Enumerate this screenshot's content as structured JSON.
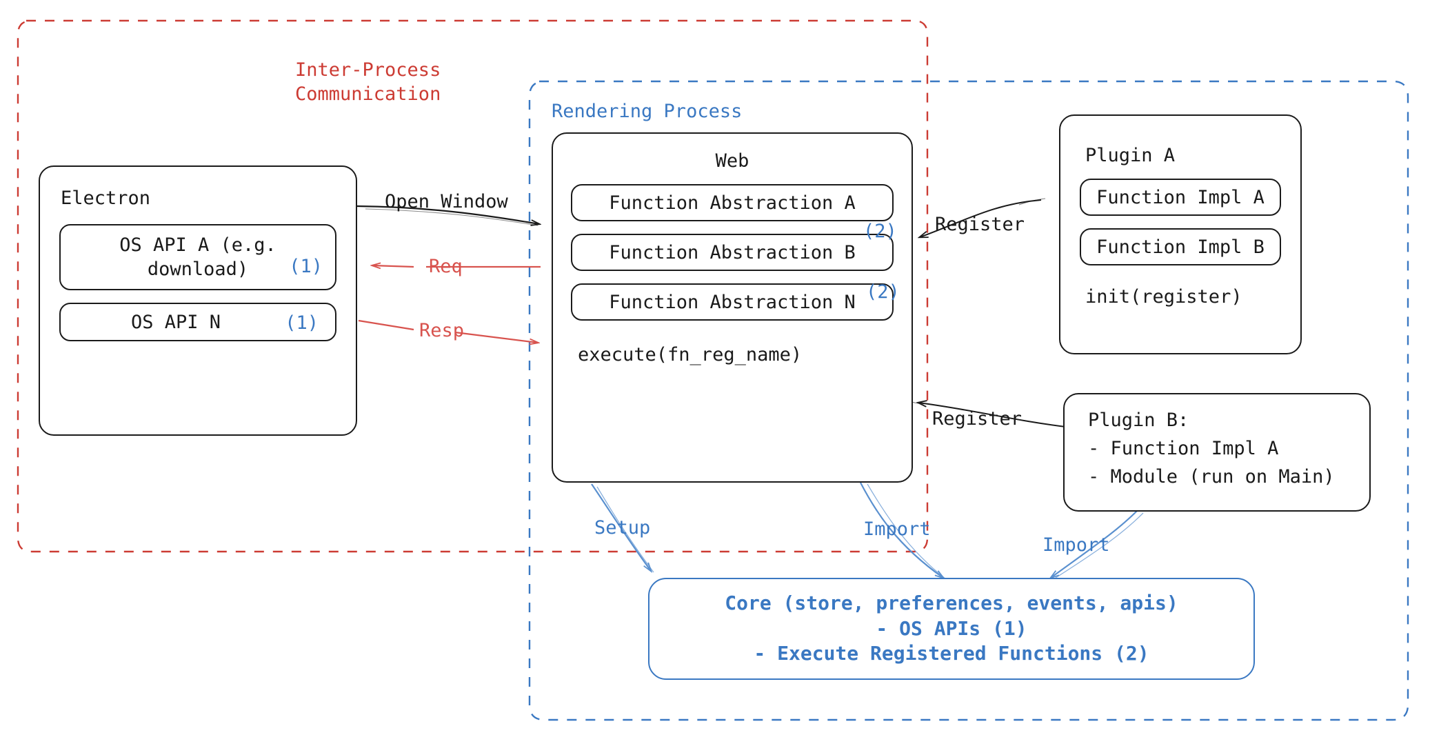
{
  "diagram": {
    "title": "Electron plugin architecture diagram",
    "colors": {
      "ipc_red": "#cc3b33",
      "render_blue": "#3a78c2",
      "outline_black": "#1a1a1a",
      "background": "#ffffff"
    },
    "groups": [
      {
        "id": "ipc",
        "label": "Inter-Process\nCommunication",
        "color": "#cc3b33",
        "style": "dashed"
      },
      {
        "id": "rendering",
        "label": "Rendering Process",
        "color": "#3a78c2",
        "style": "dashed"
      }
    ],
    "nodes": {
      "electron": {
        "title": "Electron",
        "items": [
          {
            "label": "OS API A (e.g.\ndownload)",
            "badge": "(1)"
          },
          {
            "label": "OS API N",
            "badge": "(1)"
          }
        ]
      },
      "web": {
        "title": "Web",
        "items": [
          {
            "label": "Function Abstraction A",
            "badge": "(2)"
          },
          {
            "label": "Function Abstraction B",
            "badge": "(2)"
          },
          {
            "label": "Function Abstraction N",
            "badge": ""
          }
        ],
        "footer": "execute(fn_reg_name)"
      },
      "plugin_a": {
        "title": "Plugin A",
        "items": [
          {
            "label": "Function Impl A"
          },
          {
            "label": "Function Impl B"
          }
        ],
        "footer": "init(register)"
      },
      "plugin_b": {
        "lines": [
          "Plugin B:",
          "- Function Impl A",
          "- Module (run on Main)"
        ]
      },
      "core": {
        "lines": [
          "Core (store, preferences, events, apis)",
          "- OS APIs (1)",
          "- Execute Registered Functions (2)"
        ]
      }
    },
    "edges": [
      {
        "id": "open-window",
        "label": "Open Window",
        "color": "#1a1a1a"
      },
      {
        "id": "req",
        "label": "Req",
        "color": "#cc3b33"
      },
      {
        "id": "resp",
        "label": "Resp",
        "color": "#cc3b33"
      },
      {
        "id": "register-a",
        "label": "Register",
        "color": "#1a1a1a"
      },
      {
        "id": "register-b",
        "label": "Register",
        "color": "#1a1a1a"
      },
      {
        "id": "setup",
        "label": "Setup",
        "color": "#3a78c2"
      },
      {
        "id": "import-web",
        "label": "Import",
        "color": "#3a78c2"
      },
      {
        "id": "import-plugin-b",
        "label": "Import",
        "color": "#3a78c2"
      }
    ]
  }
}
